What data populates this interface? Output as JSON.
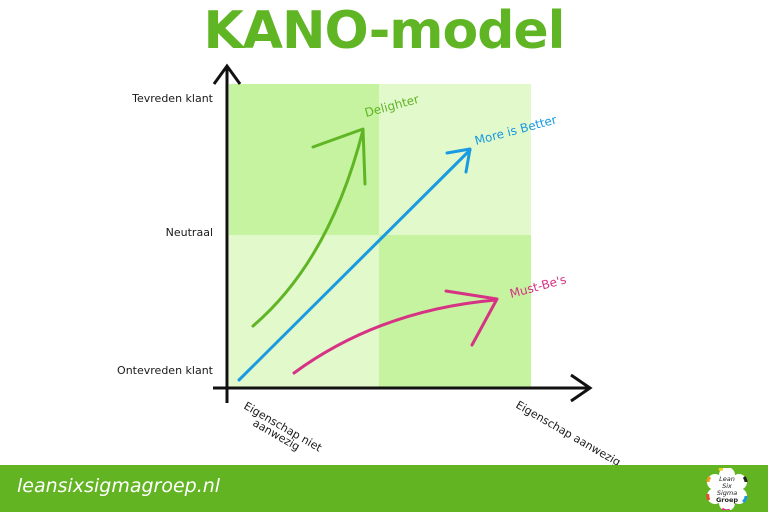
{
  "title": "KANO-model",
  "y_axis": {
    "labels": {
      "top": "Tevreden klant",
      "middle": "Neutraal",
      "bottom": "Ontevreden klant"
    }
  },
  "x_axis": {
    "labels": {
      "left_line1": "Eigenschap niet",
      "left_line2": "aanwezig",
      "right": "Eigenschap aanwezig"
    }
  },
  "curves": {
    "delighter": {
      "label": "Delighter",
      "color": "#5fb524"
    },
    "more_is_better": {
      "label": "More is Better",
      "color": "#1a9ae0"
    },
    "must_be": {
      "label": "Must-Be's",
      "color": "#d63384"
    }
  },
  "quadrant_colors": {
    "dark": "#c6f3a0",
    "light": "#e2f9cc"
  },
  "footer": {
    "url": "leansixsigmagroep.nl",
    "logo_lines": [
      "Lean",
      "Six",
      "Sigma",
      "Groep"
    ],
    "background": "#62b423"
  }
}
